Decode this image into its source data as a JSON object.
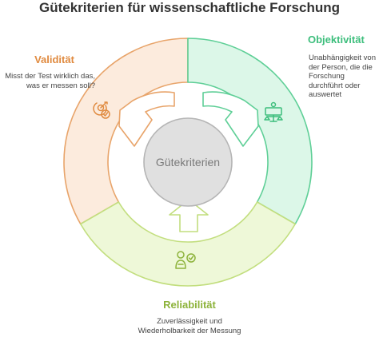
{
  "title": "Gütekriterien für wissenschaftliche Forschung",
  "center_label": "Gütekriterien",
  "segments": [
    {
      "heading": "Validität",
      "description": "Misst der Test wirklich das, was er messen soll?",
      "icon": "target-check-icon",
      "colors": {
        "fill": "#FCEBDD",
        "stroke": "#E8A46A",
        "text": "#E08A3F",
        "icon": "#E08A3F"
      }
    },
    {
      "heading": "Objektivität",
      "description": "Unabhängigkeit von der Person, die die Forschung durchführt oder auswertet",
      "icon": "person-scale-icon",
      "colors": {
        "fill": "#DCF7E8",
        "stroke": "#5FCF97",
        "text": "#3DBE7C",
        "icon": "#3DBE7C"
      }
    },
    {
      "heading": "Reliabilität",
      "description": "Zuverlässigkeit und Wiederholbarkeit der Messung",
      "icon": "person-check-icon",
      "colors": {
        "fill": "#EEF8D8",
        "stroke": "#C2DE7E",
        "text": "#8DB33B",
        "icon": "#8DB33B"
      }
    }
  ],
  "center_colors": {
    "fill": "#E0E0E0",
    "stroke": "#B5B5B5",
    "text": "#7A7A7A"
  }
}
